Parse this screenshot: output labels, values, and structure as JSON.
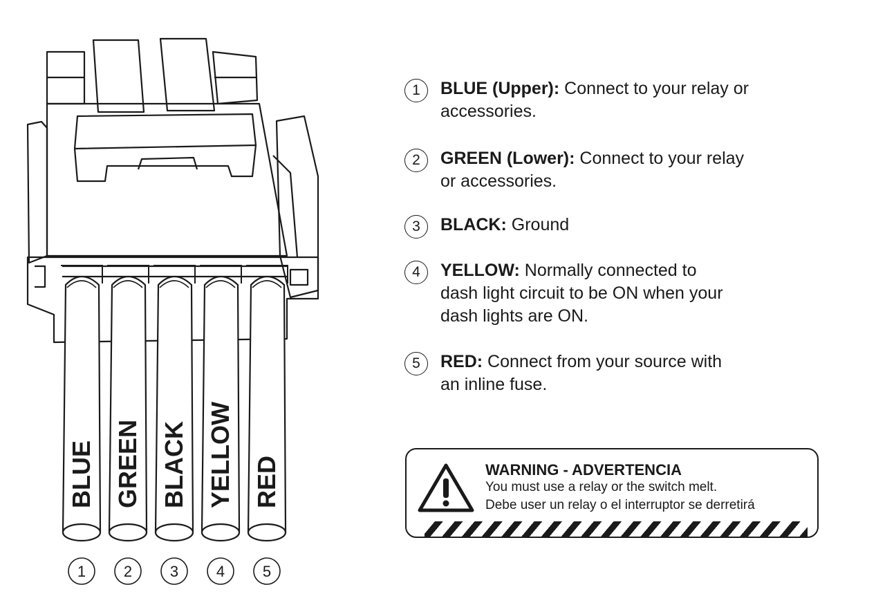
{
  "wires": [
    {
      "num": "1",
      "label": "BLUE"
    },
    {
      "num": "2",
      "label": "GREEN"
    },
    {
      "num": "3",
      "label": "BLACK"
    },
    {
      "num": "4",
      "label": "YELLOW"
    },
    {
      "num": "5",
      "label": "RED"
    }
  ],
  "legend": [
    {
      "num": "1",
      "title": "BLUE (Upper):",
      "text": " Connect to your relay or accessories."
    },
    {
      "num": "2",
      "title": "GREEN (Lower):",
      "text": " Connect to your relay or accessories."
    },
    {
      "num": "3",
      "title": "BLACK:",
      "text": " Ground"
    },
    {
      "num": "4",
      "title": "YELLOW:",
      "text": " Normally connected to dash light circuit to be ON when your dash lights are ON."
    },
    {
      "num": "5",
      "title": "RED:",
      "text": " Connect from your source with an inline fuse."
    }
  ],
  "warning": {
    "title": "WARNING - ADVERTENCIA",
    "line1": "You must use a relay or the switch melt.",
    "line2": "Debe user un relay o el interruptor se derretirá"
  }
}
